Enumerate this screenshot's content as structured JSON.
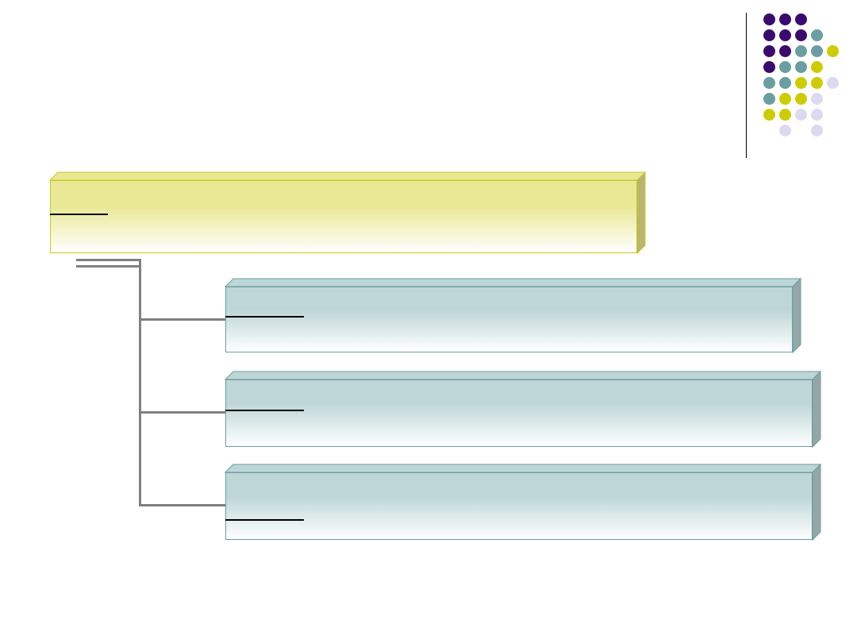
{
  "decoration": {
    "palette": {
      "purple": "#3a0a6e",
      "teal": "#6a9ea0",
      "yellow": "#cccc00",
      "lavender": "#dcdaee"
    },
    "dot_rows": [
      [
        "purple",
        "purple",
        "purple",
        null,
        null
      ],
      [
        "purple",
        "purple",
        "purple",
        "teal",
        null
      ],
      [
        "purple",
        "purple",
        "teal",
        "teal",
        "yellow"
      ],
      [
        "purple",
        "teal",
        "teal",
        "yellow",
        null
      ],
      [
        "teal",
        "teal",
        "yellow",
        "yellow",
        "lavender"
      ],
      [
        "teal",
        "yellow",
        "yellow",
        "lavender",
        null
      ],
      [
        "yellow",
        "yellow",
        "lavender",
        "lavender",
        null
      ],
      [
        null,
        "lavender",
        null,
        "lavender",
        null
      ]
    ]
  },
  "diagram": {
    "root": {
      "label": "",
      "face_color": "#e9e894",
      "border_color": "#c8c820"
    },
    "children": [
      {
        "label": "",
        "face_color": "#bed6d6",
        "border_color": "#6a9ea0"
      },
      {
        "label": "",
        "face_color": "#bed6d6",
        "border_color": "#6a9ea0"
      },
      {
        "label": "",
        "face_color": "#bed6d6",
        "border_color": "#6a9ea0"
      }
    ]
  }
}
